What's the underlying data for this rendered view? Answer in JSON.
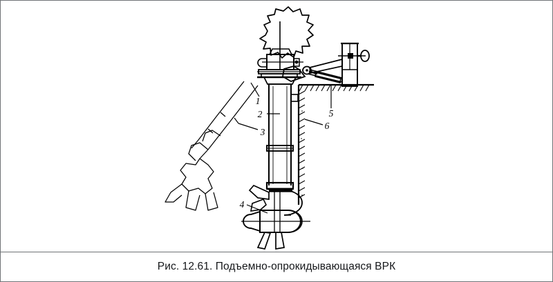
{
  "figure": {
    "caption": "Рис. 12.61. Подъемно-опрокидывающаяся ВРК",
    "callouts": [
      {
        "id": "1",
        "label": "1"
      },
      {
        "id": "2",
        "label": "2"
      },
      {
        "id": "3",
        "label": "3"
      },
      {
        "id": "4",
        "label": "4"
      },
      {
        "id": "5",
        "label": "5"
      },
      {
        "id": "6",
        "label": "6"
      }
    ],
    "colors": {
      "ink": "#000000",
      "border": "#6f7276",
      "paper": "#ffffff",
      "caption_text": "#15171a"
    }
  }
}
